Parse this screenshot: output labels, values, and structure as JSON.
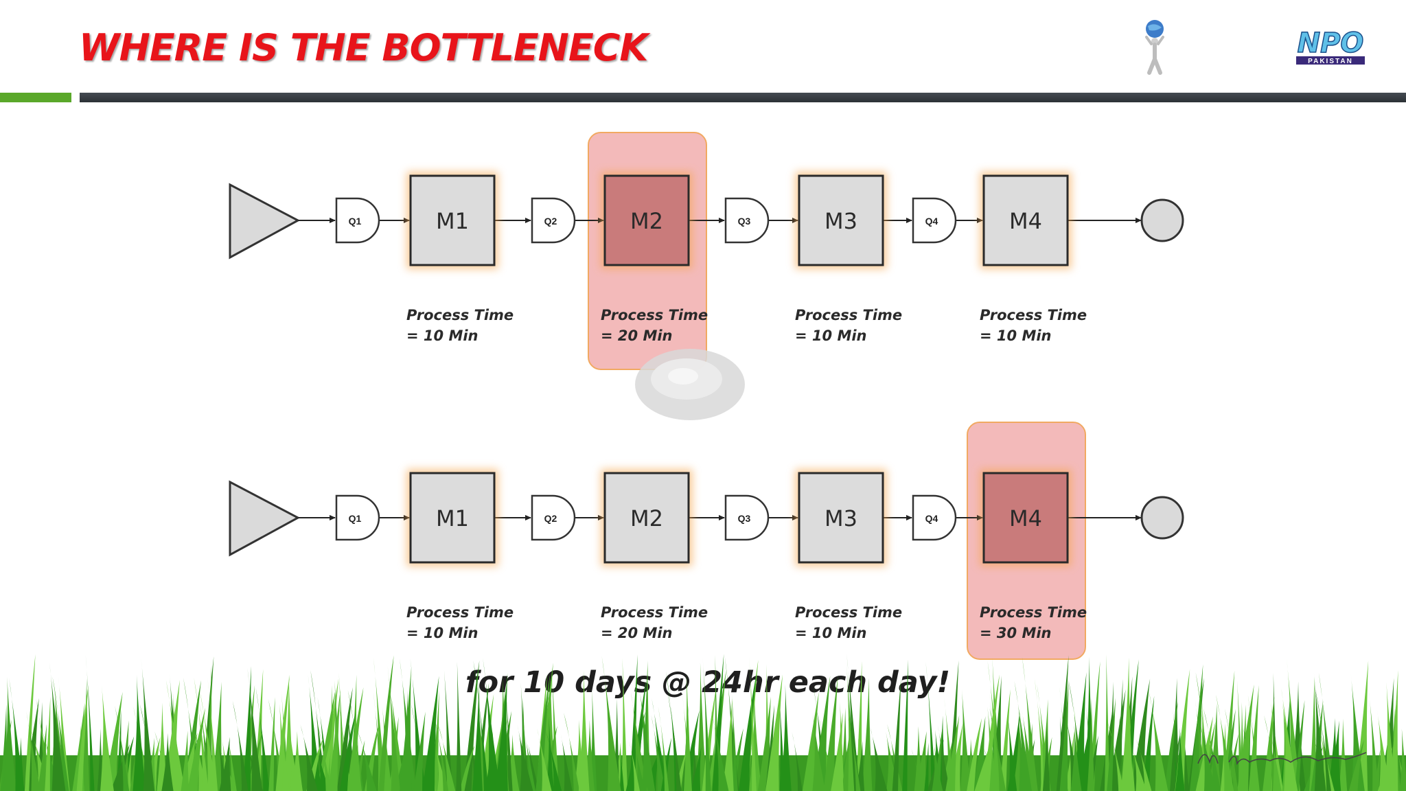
{
  "title": "WHERE IS THE BOTTLENECK",
  "logo": {
    "brand": "NPO",
    "sub": "PAKISTAN"
  },
  "caption": "for 10 days @ 24hr each day!",
  "colors": {
    "title": "#e8141a",
    "machine_fill": "#dcdcdc",
    "bottleneck_fill": "#c97b7b",
    "highlight": "#f2b3b3",
    "flow": "#6fd8f0",
    "glow": "#f5a44a"
  },
  "process_label": "Process Time",
  "lines": [
    {
      "queues": [
        "Q1",
        "Q2",
        "Q3",
        "Q4"
      ],
      "machines": [
        {
          "label": "M1",
          "time": "= 10 Min",
          "bottleneck": false
        },
        {
          "label": "M2",
          "time": "= 20 Min",
          "bottleneck": true
        },
        {
          "label": "M3",
          "time": "= 10 Min",
          "bottleneck": false
        },
        {
          "label": "M4",
          "time": "= 10 Min",
          "bottleneck": false
        }
      ]
    },
    {
      "queues": [
        "Q1",
        "Q2",
        "Q3",
        "Q4"
      ],
      "machines": [
        {
          "label": "M1",
          "time": "= 10 Min",
          "bottleneck": false
        },
        {
          "label": "M2",
          "time": "= 20 Min",
          "bottleneck": false
        },
        {
          "label": "M3",
          "time": "= 10 Min",
          "bottleneck": false
        },
        {
          "label": "M4",
          "time": "= 30 Min",
          "bottleneck": true
        }
      ]
    }
  ]
}
